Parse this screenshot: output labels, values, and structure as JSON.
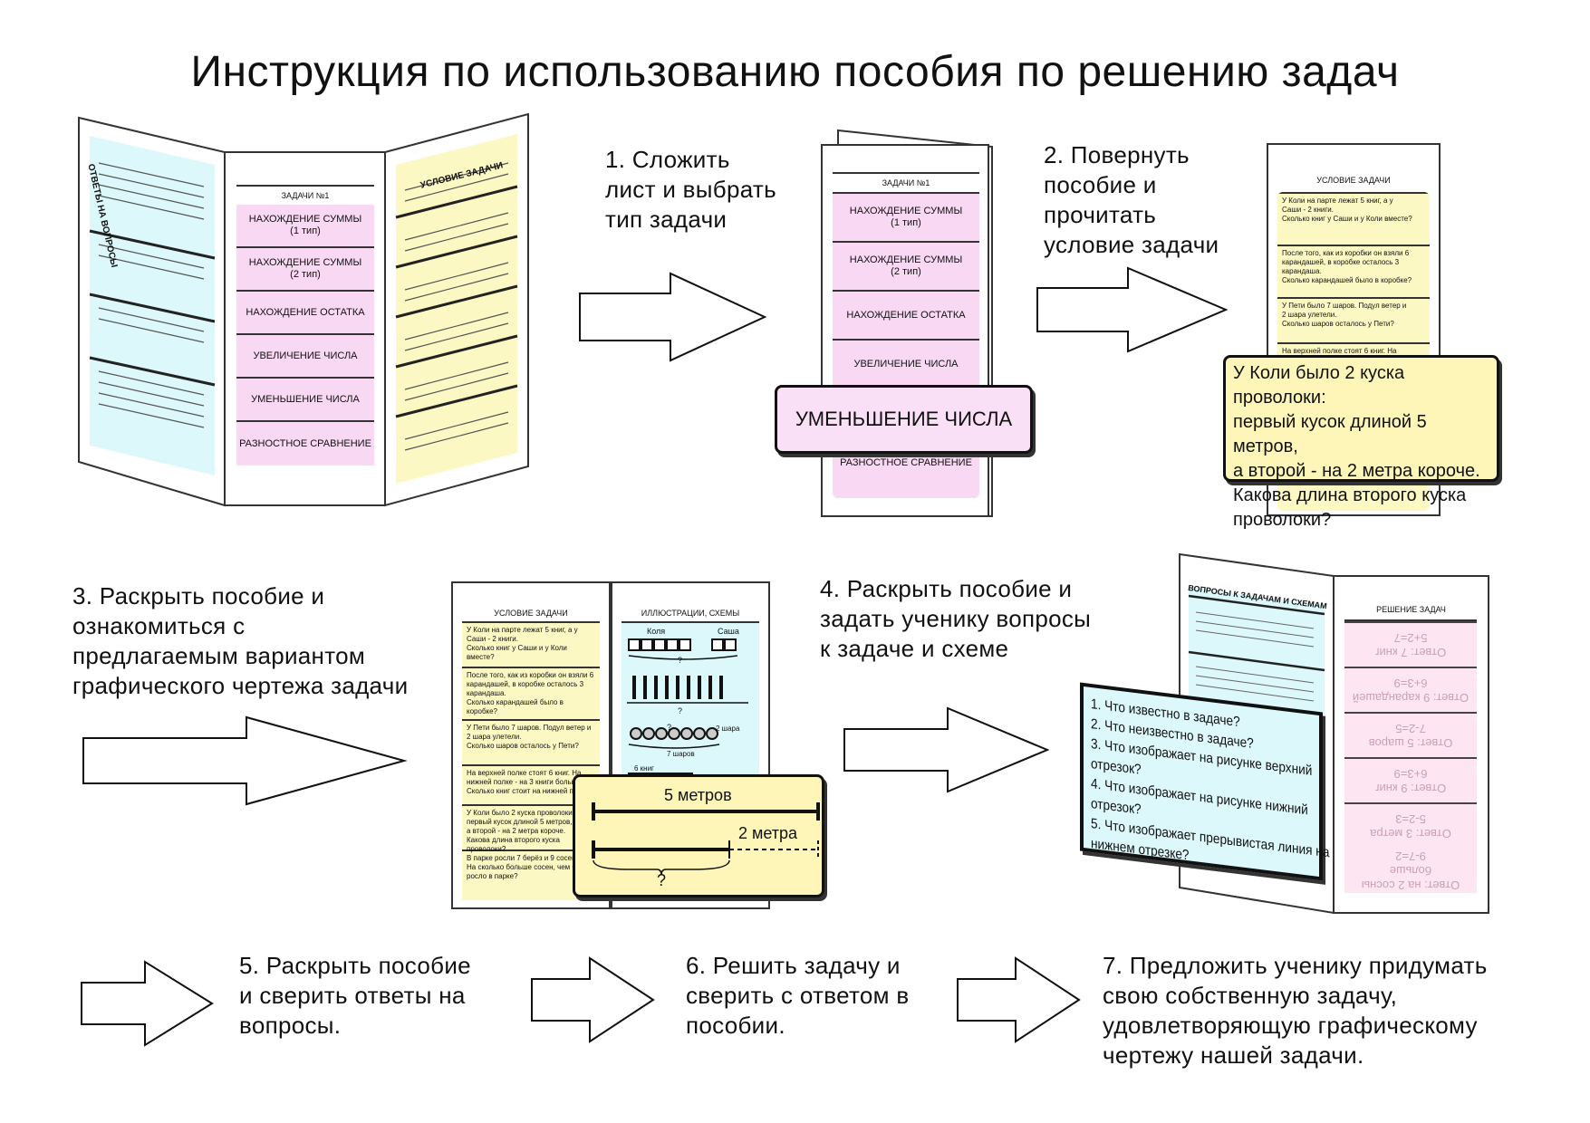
{
  "title": "Инструкция по использованию пособия по решению задач",
  "steps": [
    "1. Сложить\nлист и выбрать\nтип задачи",
    "2. Повернуть\nпособие и\nпрочитать\nусловие задачи",
    "3. Раскрыть пособие и\nознакомиться с\nпредлагаемым вариантом\nграфического чертежа задачи",
    "4. Раскрыть пособие и\nзадать ученику вопросы\nк задаче и схеме",
    "5. Раскрыть пособие\nи сверить ответы на\nвопросы.",
    "6. Решить  задачу и\nсверить с ответом в\nпособии.",
    "7. Предложить ученику придумать\nсвою собственную задачу,\nудовлетворяющую графическому\nчертежу нашей задачи."
  ],
  "booklet": {
    "tasks_title": "ЗАДАЧИ №1",
    "task_types": [
      "НАХОЖДЕНИЕ СУММЫ\n(1 тип)",
      "НАХОЖДЕНИЕ СУММЫ\n(2 тип)",
      "НАХОЖДЕНИЕ ОСТАТКА",
      "УВЕЛИЧЕНИЕ ЧИСЛА",
      "УМЕНЬШЕНИЕ ЧИСЛА",
      "РАЗНОСТНОЕ СРАВНЕНИЕ"
    ],
    "answers_title": "ОТВЕТЫ НА ВОПРОСЫ",
    "condition_title": "УСЛОВИЕ ЗАДАЧИ",
    "conditions": [
      "У Коли на парте лежат 5 книг, а у\nСаши - 2 книги.\nСколько книг у Саши и у Коли вместе?",
      "После того, как из коробки он взяли 6\nкарандашей, в коробке осталось 3\nкарандаша.\nСколько карандашей было в коробке?",
      "У Пети было 7 шаров. Подул ветер и\n2 шара улетели.\nСколько шаров осталось у Пети?",
      "На верхней полке стоят 6 книг. На\nнижней полке - на 3 книги больше.\nСколько книг стоит на нижней полке?",
      "У Коли было 2 куска проволоки:\nпервый кусок длиной 5 метров,\nа второй - на 2 метра короче.\nКакова длина второго куска проволоки?",
      "В парке росли 7 берёз и 9 сосен.\nНа сколько больше сосен, чем берёз\nросло в парке?"
    ],
    "illustrations_title": "ИЛЛЮСТРАЦИИ, СХЕМЫ",
    "illus_labels": [
      "Коля",
      "Саша",
      "?",
      "?",
      "?",
      "2 шара",
      "7 шаров",
      "6 книг"
    ],
    "questions_title": "ВОПРОСЫ К ЗАДАЧАМ И СХЕМАМ",
    "solution_title": "РЕШЕНИЕ ЗАДАЧ",
    "answers": [
      "Ответ: 7 книг\n5+2=7",
      "Ответ: 9 карандашей\n6+3=9",
      "Ответ: 5 шаров\n7-2=5",
      "Ответ: 9 книг\n6+3=9",
      "Ответ: 3 метра\n5-2=3",
      "Ответ: на 2 сосны больше\n9-7=2"
    ]
  },
  "callout_type": "УМЕНЬШЕНИЕ ЧИСЛА",
  "callout_condition": "У Коли было 2 куска проволоки:\nпервый кусок длиной 5 метров,\nа второй - на 2 метра короче.\nКакова длина второго куска\nпроволоки?",
  "callout_scheme": {
    "top": "5 метров",
    "diff": "2 метра",
    "q": "?"
  },
  "callout_questions": "1. Что известно в задаче?\n2. Что неизвестно в задаче?\n3. Что изображает на рисунке верхний отрезок?\n4. Что изображает на рисунке нижний отрезок?\n5. Что изображает прерывистая линия на\n    нижнем отрезке?",
  "colors": {
    "pink": "#f8d8f3",
    "yellow": "#fbf8c4",
    "blue": "#ddf8fb",
    "callout_yellow": "#fdf6b8",
    "callout_pink": "#fae0f6"
  }
}
